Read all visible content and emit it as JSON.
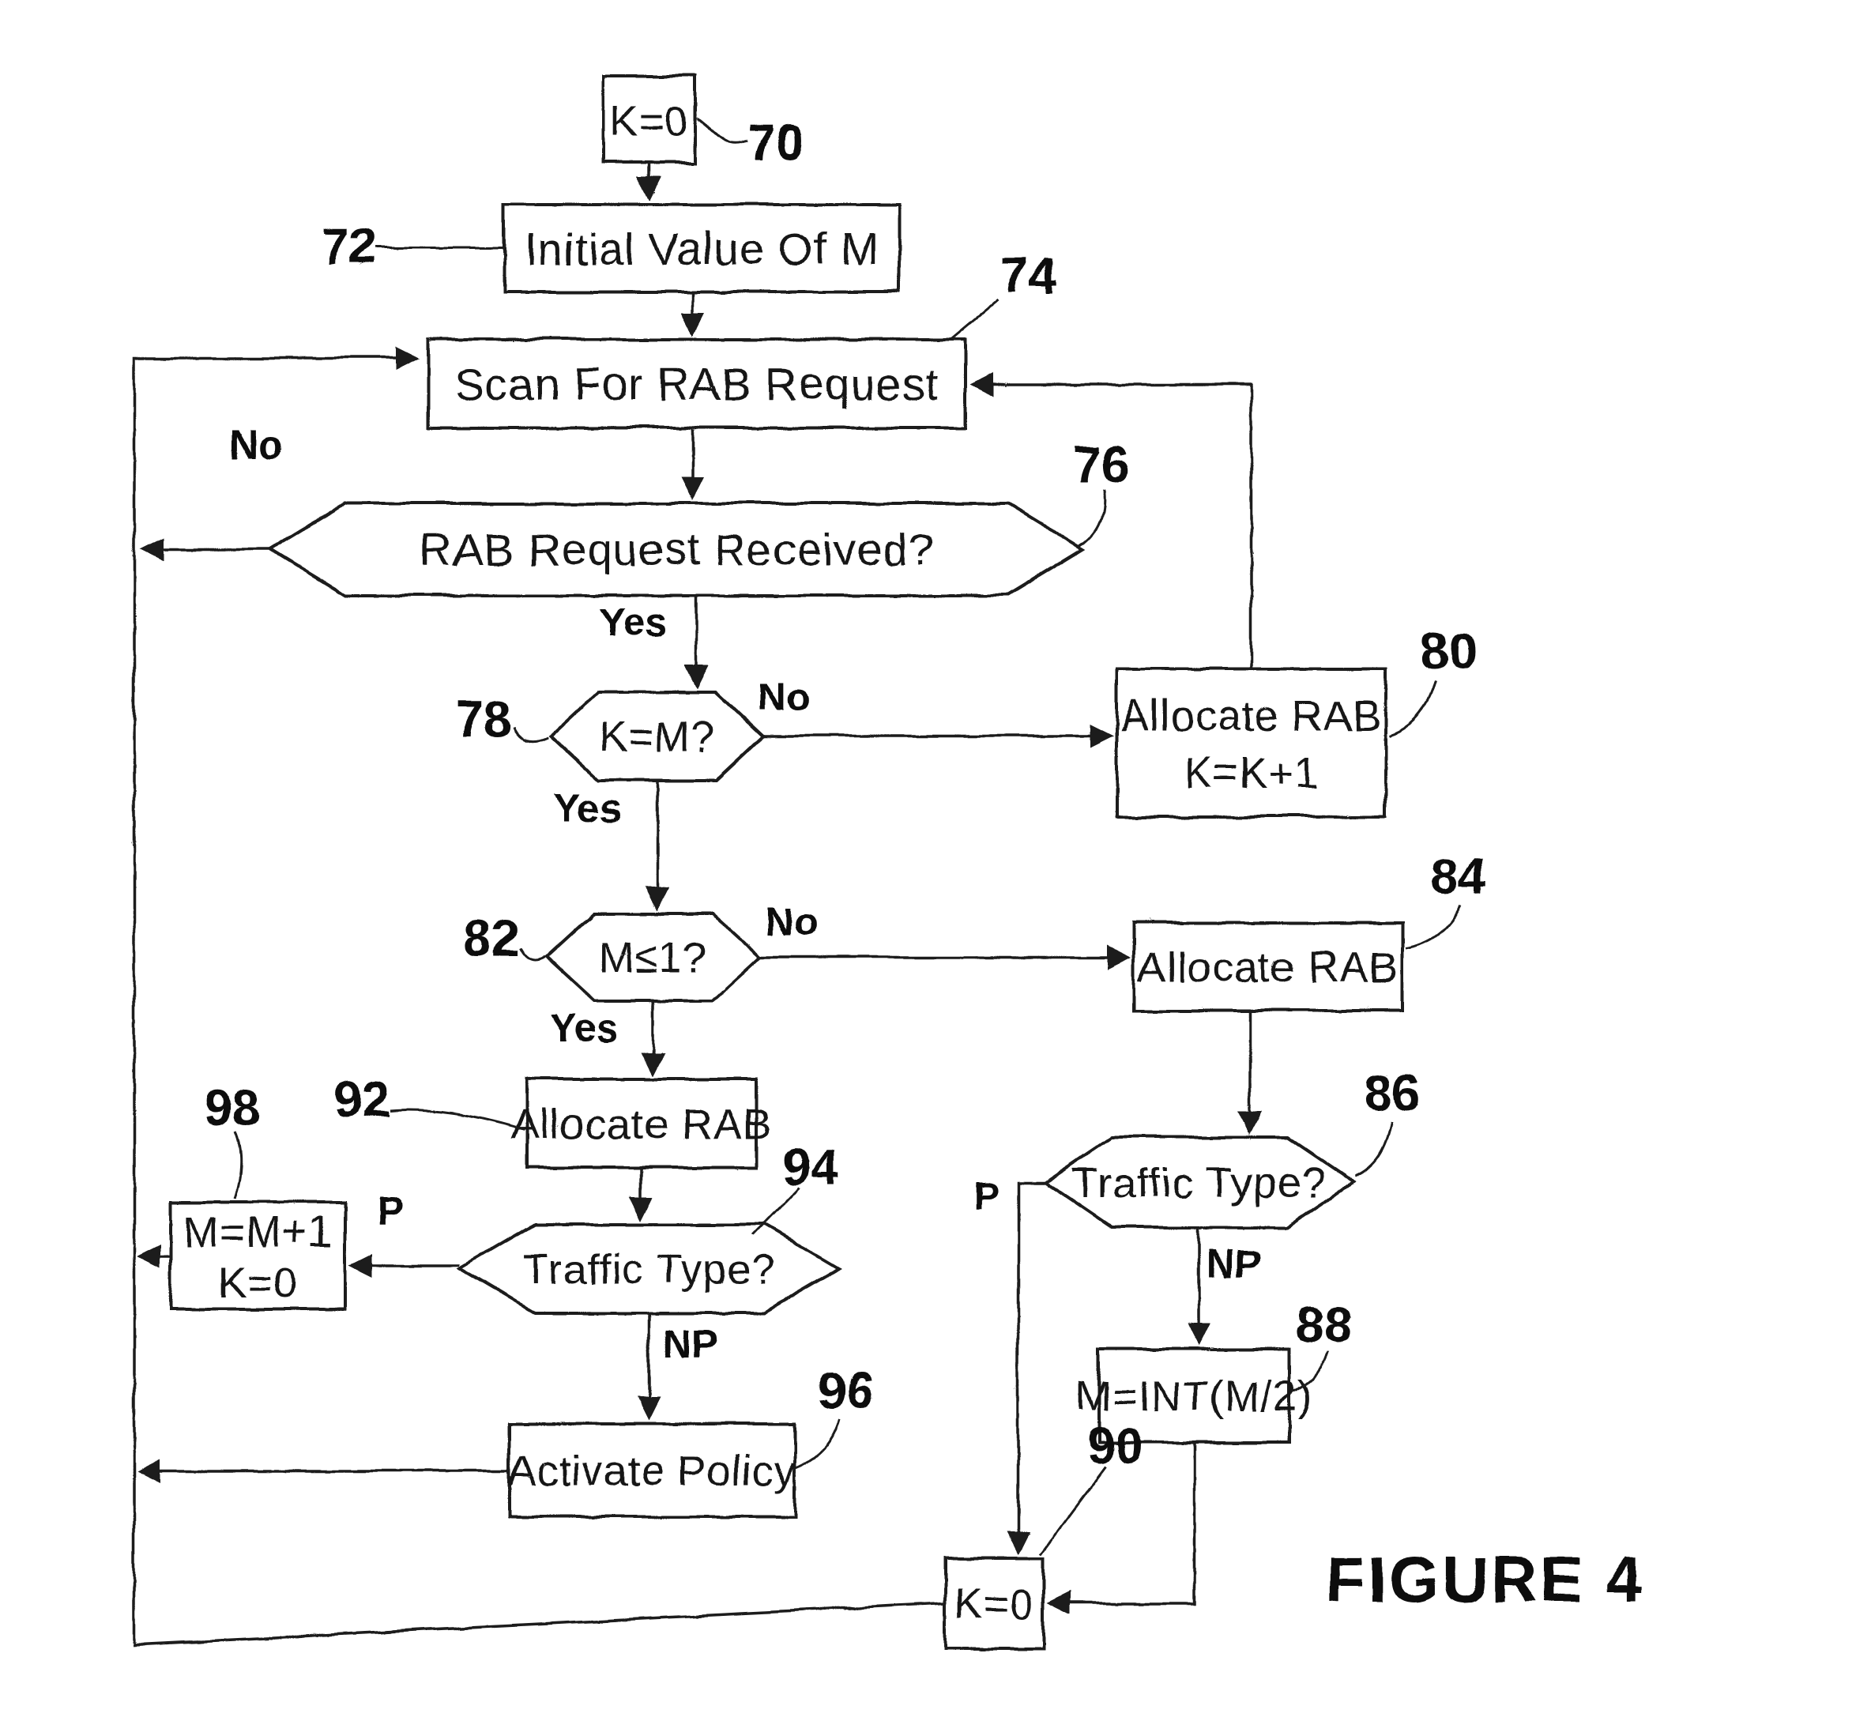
{
  "figure": {
    "caption": "FIGURE 4"
  },
  "colors": {
    "ink": "#1a1a1a",
    "background": "#ffffff"
  },
  "nodes": {
    "n70": {
      "label": "K=0",
      "ref": "70"
    },
    "n72": {
      "label": "Initial Value Of M",
      "ref": "72"
    },
    "n74": {
      "label": "Scan For RAB Request",
      "ref": "74"
    },
    "n76": {
      "label": "RAB Request Received?",
      "ref": "76"
    },
    "n78": {
      "label": "K=M?",
      "ref": "78"
    },
    "n80": {
      "line1": "Allocate RAB",
      "line2": "K=K+1",
      "ref": "80"
    },
    "n82": {
      "label": "M≤1?",
      "ref": "82"
    },
    "n84": {
      "label": "Allocate RAB",
      "ref": "84"
    },
    "n86": {
      "label": "Traffic Type?",
      "ref": "86"
    },
    "n88": {
      "label": "M=INT(M/2)",
      "ref": "88"
    },
    "n90": {
      "label": "K=0",
      "ref": "90"
    },
    "n92": {
      "label": "Allocate RAB",
      "ref": "92"
    },
    "n94": {
      "label": "Traffic Type?",
      "ref": "94"
    },
    "n96": {
      "label": "Activate Policy",
      "ref": "96"
    },
    "n98": {
      "line1": "M=M+1",
      "line2": "K=0",
      "ref": "98"
    }
  },
  "edge_labels": {
    "e76_no": "No",
    "e76_yes": "Yes",
    "e78_no": "No",
    "e78_yes": "Yes",
    "e82_no": "No",
    "e82_yes": "Yes",
    "e86_np": "NP",
    "e86_p": "P",
    "e94_np": "NP",
    "e94_p": "P"
  }
}
